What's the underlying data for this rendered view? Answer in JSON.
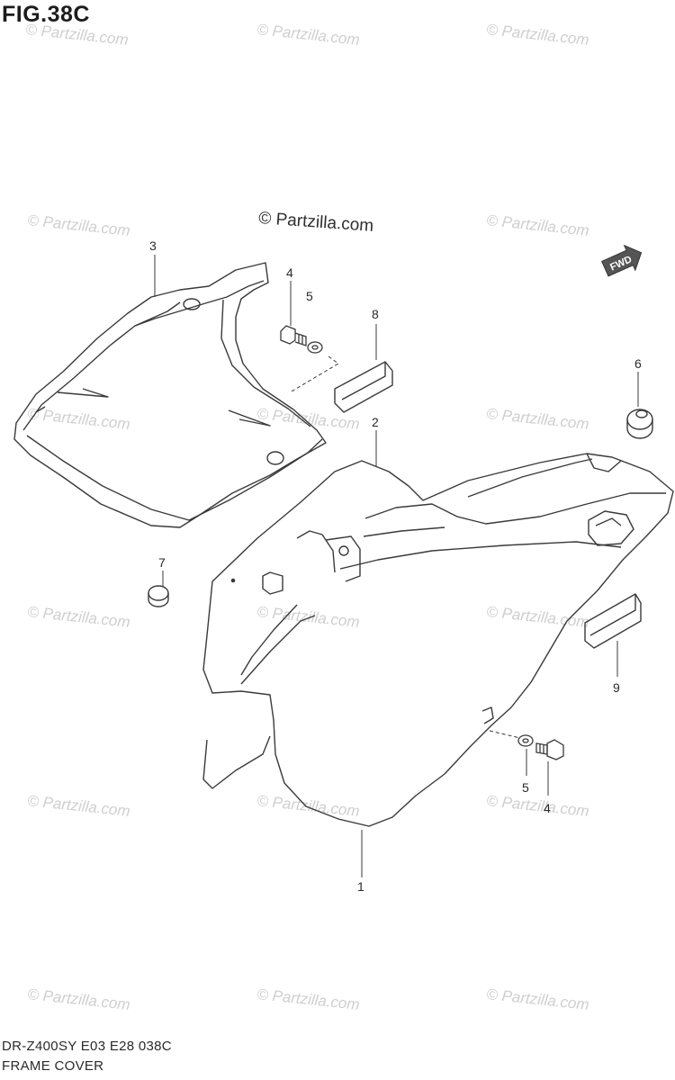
{
  "figure": {
    "title": "FIG.38C"
  },
  "watermark": {
    "text": "© Partzilla.com",
    "main_text": "© Partzilla.com"
  },
  "callouts": {
    "part_1": "1",
    "part_2": "2",
    "part_3": "3",
    "part_4_top": "4",
    "part_5_top": "5",
    "part_6": "6",
    "part_7": "7",
    "part_8": "8",
    "part_9": "9",
    "part_5_bottom": "5",
    "part_4_bottom": "4"
  },
  "direction_badge": {
    "text": "FWD",
    "icon": "forward-arrow-icon"
  },
  "footer": {
    "model_code": "DR-Z400SY E03 E28  038C",
    "assembly_name": "FRAME COVER"
  },
  "colors": {
    "line": "#3a3a3a",
    "text": "#2a2a2a",
    "watermark": "#c8c8c8"
  }
}
